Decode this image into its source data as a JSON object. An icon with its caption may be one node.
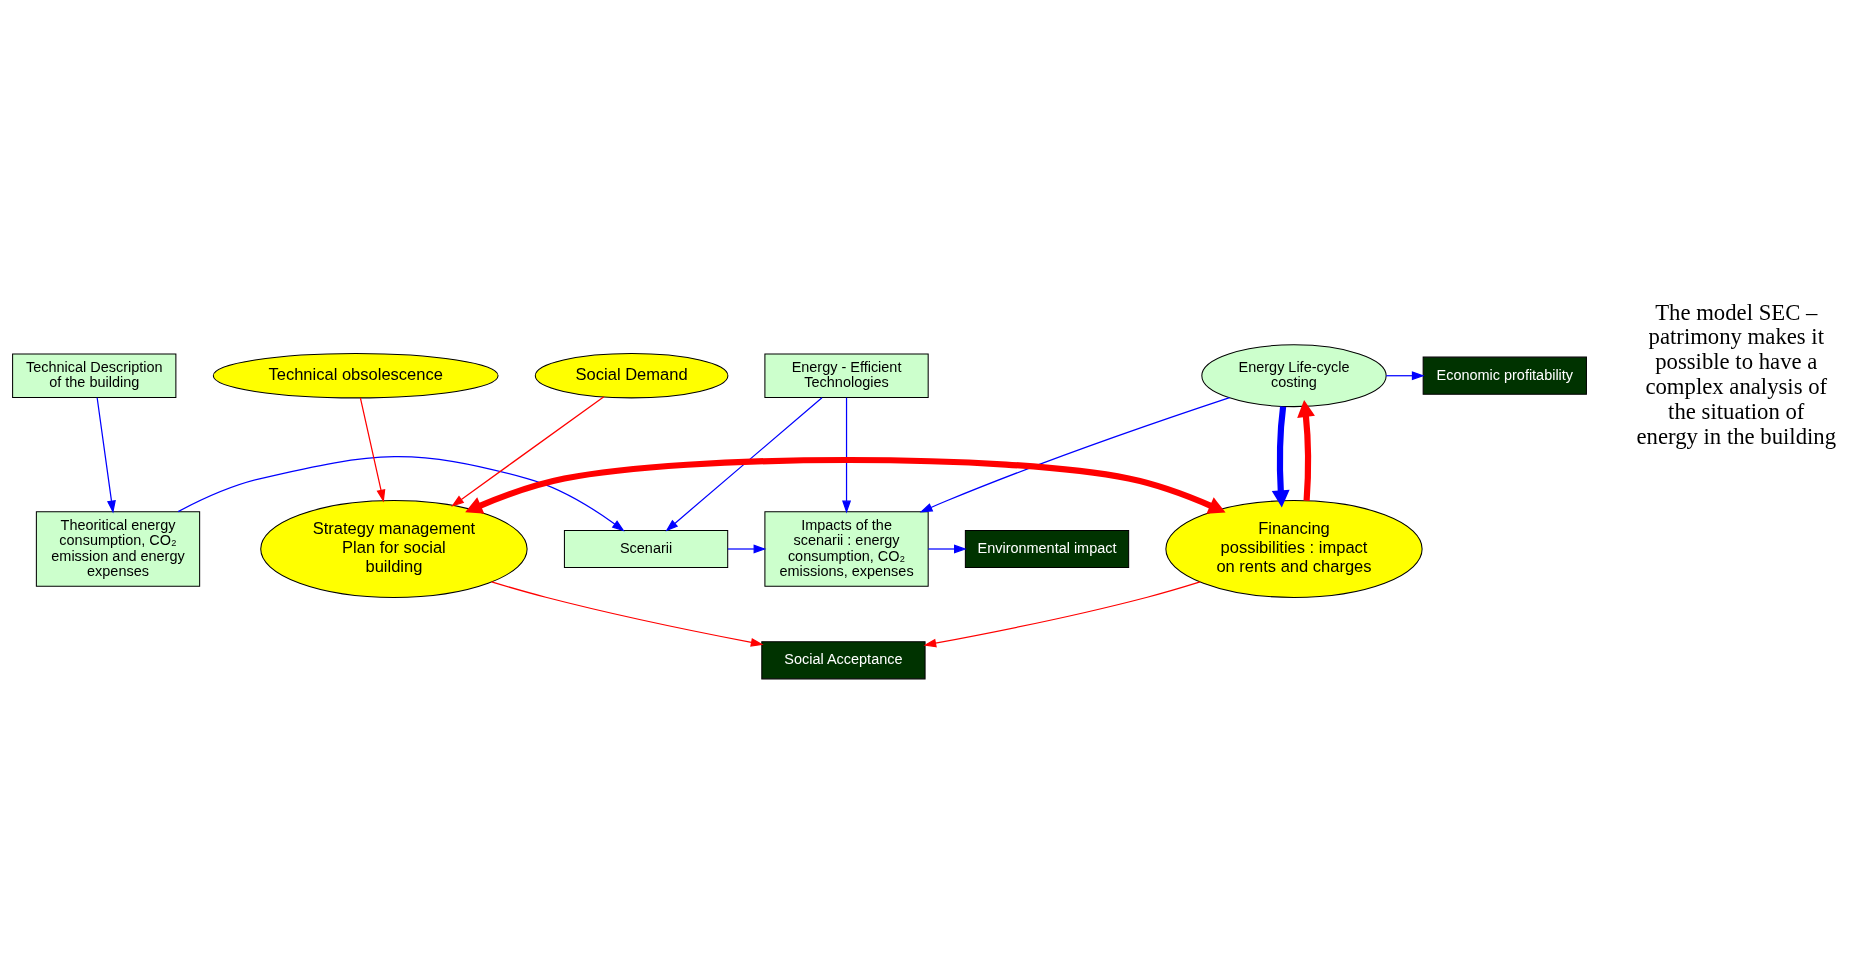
{
  "diagram": {
    "nodes": [
      {
        "text": [
          "Technical Description of the building"
        ]
      },
      {
        "text": [
          "Energy - Efficient Technologies"
        ]
      },
      {
        "text": [
          "Theoritical energy consumption, CO₂ emission and energy expenses"
        ]
      },
      {
        "text": [
          "Scenarii"
        ]
      },
      {
        "text": [
          "Impacts of the scenarii : energy consumption, CO₂ emissions, expenses"
        ]
      },
      {
        "text": [
          "Environmental impact"
        ]
      },
      {
        "text": [
          "Technical obsolescence"
        ]
      },
      {
        "text": [
          "Social Demand"
        ]
      },
      {
        "text": [
          "Energy Life-cycle costing"
        ]
      },
      {
        "text": [
          "Economic profitability"
        ]
      },
      {
        "text": [
          "Strategy management Plan for social building"
        ]
      },
      {
        "text": [
          "Financing possibilities : impact on rents and charges"
        ]
      },
      {
        "text": [
          "Social Acceptance"
        ]
      }
    ],
    "edges": [
      {
        "from": 0,
        "to": 2,
        "arrow": "to"
      },
      {
        "from": 1,
        "to": 3,
        "arrow": "to"
      },
      {
        "from": 1,
        "to": 4,
        "arrow": "to"
      },
      {
        "from": 2,
        "to": 3,
        "arrow": "to"
      },
      {
        "from": 3,
        "to": 4,
        "arrow": "to"
      },
      {
        "from": 8,
        "to": 4,
        "arrow": "to"
      },
      {
        "from": 4,
        "to": 5,
        "arrow": "to"
      },
      {
        "from": 8,
        "to": 9,
        "arrow": "to"
      },
      {
        "from": 6,
        "to": 10,
        "arrow": "to",
        "color": "#ff0000"
      },
      {
        "from": 7,
        "to": 10,
        "arrow": "to",
        "color": "#ff0000"
      },
      {
        "from": 11,
        "to": 8,
        "arrow": "to",
        "style": "thick",
        "color": "#ff0000"
      },
      {
        "from": 8,
        "to": 11,
        "arrow": "to",
        "style": "thick"
      },
      {
        "from": 10,
        "to": 11,
        "arrow": "both",
        "style": "thick",
        "color": "#ff0000"
      },
      {
        "from": 10,
        "to": 12,
        "arrow": "to",
        "color": "#ff0000"
      },
      {
        "from": 11,
        "to": 12,
        "arrow": "to",
        "color": "#ff0000"
      }
    ],
    "labels": [
      "The model SEC – patrimony makes it possible to have a complex analysis of the situation of energy in the building"
    ]
  }
}
